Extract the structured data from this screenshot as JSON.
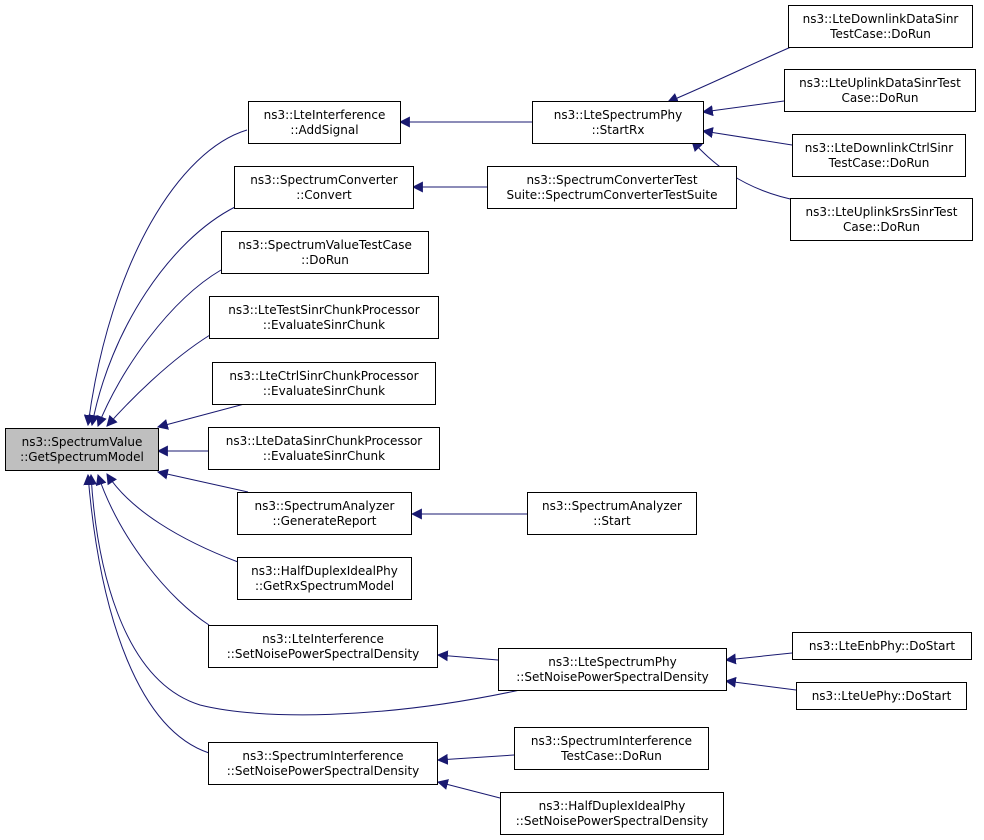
{
  "colors": {
    "edge": "#191970",
    "root_fill": "#bfbfbf",
    "node_fill": "#ffffff",
    "border": "#000000"
  },
  "nodes": {
    "root": [
      "ns3::SpectrumValue",
      "::GetSpectrumModel"
    ],
    "lte_interference_addsignal": [
      "ns3::LteInterference",
      "::AddSignal"
    ],
    "spectrum_converter_convert": [
      "ns3::SpectrumConverter",
      "::Convert"
    ],
    "spectrum_value_testcase_dorun": [
      "ns3::SpectrumValueTestCase",
      "::DoRun"
    ],
    "lte_test_sinr_chunk": [
      "ns3::LteTestSinrChunkProcessor",
      "::EvaluateSinrChunk"
    ],
    "lte_ctrl_sinr_chunk": [
      "ns3::LteCtrlSinrChunkProcessor",
      "::EvaluateSinrChunk"
    ],
    "lte_data_sinr_chunk": [
      "ns3::LteDataSinrChunkProcessor",
      "::EvaluateSinrChunk"
    ],
    "spectrum_analyzer_generatereport": [
      "ns3::SpectrumAnalyzer",
      "::GenerateReport"
    ],
    "halfduplex_getrxspectrummodel": [
      "ns3::HalfDuplexIdealPhy",
      "::GetRxSpectrumModel"
    ],
    "lte_interference_setnoise": [
      "ns3::LteInterference",
      "::SetNoisePowerSpectralDensity"
    ],
    "spectrum_interference_setnoise": [
      "ns3::SpectrumInterference",
      "::SetNoisePowerSpectralDensity"
    ],
    "lte_spectrum_phy_startrx": [
      "ns3::LteSpectrumPhy",
      "::StartRx"
    ],
    "spectrum_converter_testsuite": [
      "ns3::SpectrumConverterTest",
      "Suite::SpectrumConverterTestSuite"
    ],
    "spectrum_analyzer_start": [
      "ns3::SpectrumAnalyzer",
      "::Start"
    ],
    "lte_spectrum_phy_setnoise": [
      "ns3::LteSpectrumPhy",
      "::SetNoisePowerSpectralDensity"
    ],
    "spectrum_interference_testcase": [
      "ns3::SpectrumInterference",
      "TestCase::DoRun"
    ],
    "halfduplex_setnoise": [
      "ns3::HalfDuplexIdealPhy",
      "::SetNoisePowerSpectralDensity"
    ],
    "lte_downlink_data_sinr": [
      "ns3::LteDownlinkDataSinr",
      "TestCase::DoRun"
    ],
    "lte_uplink_data_sinr": [
      "ns3::LteUplinkDataSinrTest",
      "Case::DoRun"
    ],
    "lte_downlink_ctrl_sinr": [
      "ns3::LteDownlinkCtrlSinr",
      "TestCase::DoRun"
    ],
    "lte_uplink_srs_sinr": [
      "ns3::LteUplinkSrsSinrTest",
      "Case::DoRun"
    ],
    "lte_enb_phy_dostart": [
      "ns3::LteEnbPhy::DoStart"
    ],
    "lte_ue_phy_dostart": [
      "ns3::LteUePhy::DoStart"
    ]
  }
}
